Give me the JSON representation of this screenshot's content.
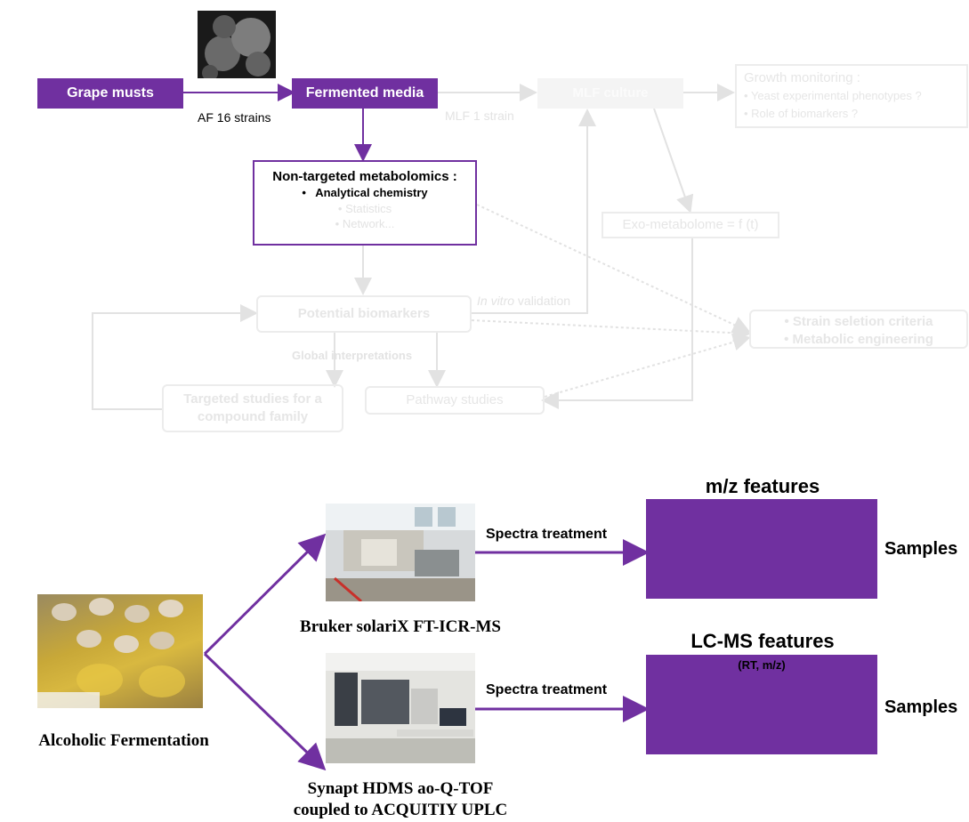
{
  "top_flow": {
    "grape_musts": "Grape musts",
    "af_label": "AF 16 strains",
    "fermented_media": "Fermented media",
    "mlf_strain_label": "MLF 1 strain",
    "mlf_culture": "MLF culture",
    "growth_monitoring": {
      "title": "Growth monitoring :",
      "items": [
        "Yeast experimental phenotypes ?",
        "Role of biomarkers ?"
      ]
    },
    "nontargeted": {
      "title": "Non-targeted metabolomics :",
      "items": [
        "Analytical chemistry",
        "Statistics",
        "Network..."
      ]
    },
    "exo_metabolome": "Exo-metabolome = f (t)",
    "potential_biomarkers": "Potential biomarkers",
    "in_vitro_italic": "In vitro",
    "in_vitro_rest": " validation",
    "strain_criteria": [
      "Strain seletion criteria",
      "Metabolic engineering"
    ],
    "global_interpretations": "Global interpretations",
    "targeted_studies": "Targeted studies for a compound family",
    "pathway_studies": "Pathway studies"
  },
  "bottom_flow": {
    "fermentation_caption": "Alcoholic Fermentation",
    "bruker_caption": "Bruker  solariX FT-ICR-MS",
    "synapt_caption_line1": "Synapt HDMS ao-Q-TOF",
    "synapt_caption_line2": "coupled to ACQUITIY UPLC",
    "spectra_treatment_1": "Spectra treatment",
    "spectra_treatment_2": "Spectra treatment",
    "mz_features_title": "m/z features",
    "lcms_features_title": "LC-MS features",
    "lcms_subtitle": "(RT, m/z)",
    "samples_1": "Samples",
    "samples_2": "Samples"
  },
  "colors": {
    "accent": "#7030a0",
    "ghost": "#e6e6e6"
  }
}
